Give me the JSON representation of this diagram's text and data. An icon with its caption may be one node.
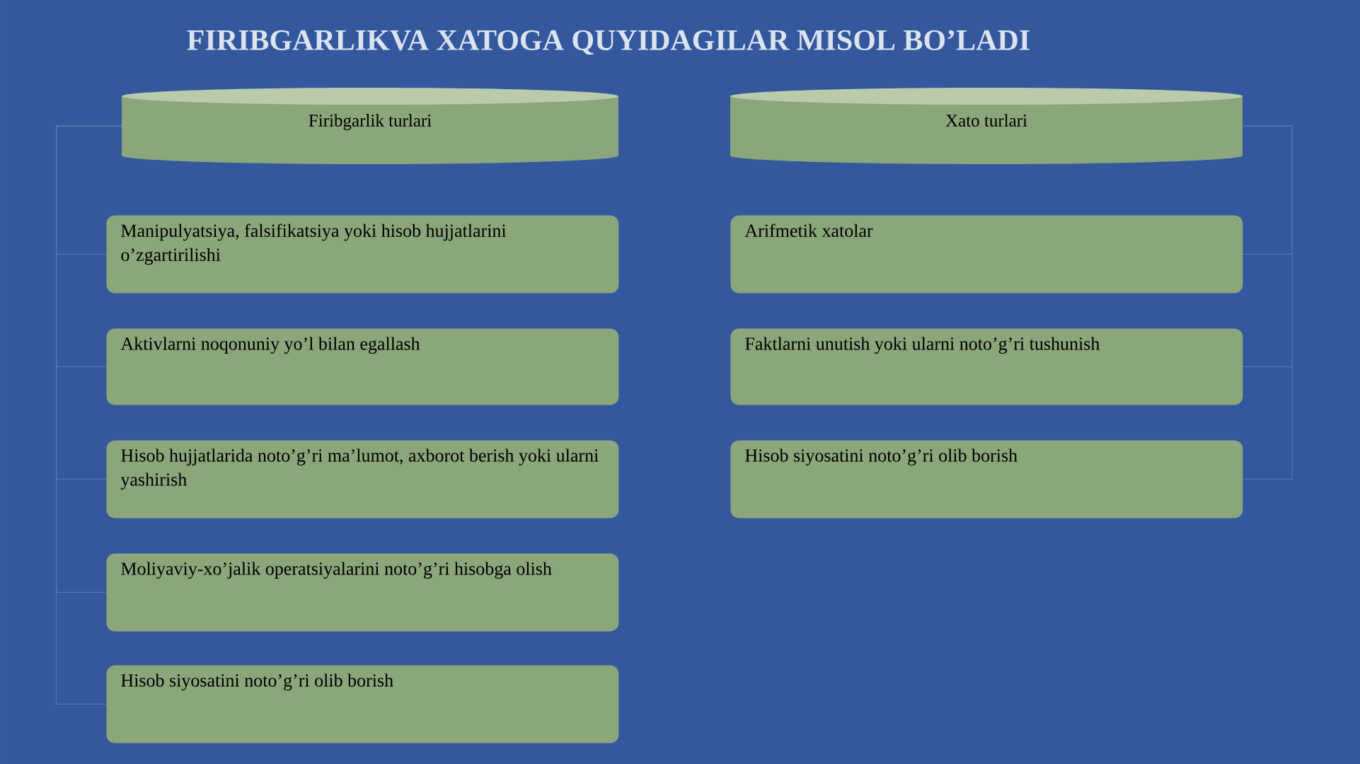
{
  "diagram": {
    "title": "FIRIBGARLIKVA XATOGA QUYIDAGILAR MISOL BO’LADI",
    "nodes": [
      {
        "text": [
          "Firibgarlik turlari"
        ]
      },
      {
        "text": [
          "Manipulyatsiya, falsifikatsiya yoki hisob hujjatlarini o’zgartirilishi"
        ]
      },
      {
        "text": [
          "Aktivlarni noqonuniy yo’l bilan egallash"
        ]
      },
      {
        "text": [
          "Hisob hujjatlarida noto’g’ri ma’lumot, axborot berish yoki ularni yashirish"
        ]
      },
      {
        "text": [
          "Moliyaviy-xo’jalik operatsiyalarini noto’g’ri hisobga olish"
        ]
      },
      {
        "text": [
          "Hisob siyosatini noto’g’ri olib borish"
        ]
      },
      {
        "text": [
          "Xato turlari"
        ]
      },
      {
        "text": [
          "Arifmetik xatolar"
        ]
      },
      {
        "text": [
          "Faktlarni unutish yoki ularni noto’g’ri tushunish"
        ]
      },
      {
        "text": [
          "Hisob siyosatini noto’g’ri olib borish"
        ]
      }
    ],
    "edges": [
      {
        "from": 0,
        "to": 1,
        "arrow": "none"
      },
      {
        "from": 0,
        "to": 2,
        "arrow": "none"
      },
      {
        "from": 0,
        "to": 3,
        "arrow": "none"
      },
      {
        "from": 0,
        "to": 4,
        "arrow": "none"
      },
      {
        "from": 0,
        "to": 5,
        "arrow": "none"
      },
      {
        "from": 6,
        "to": 7,
        "arrow": "none"
      },
      {
        "from": 6,
        "to": 8,
        "arrow": "none"
      },
      {
        "from": 6,
        "to": 9,
        "arrow": "none"
      }
    ]
  }
}
